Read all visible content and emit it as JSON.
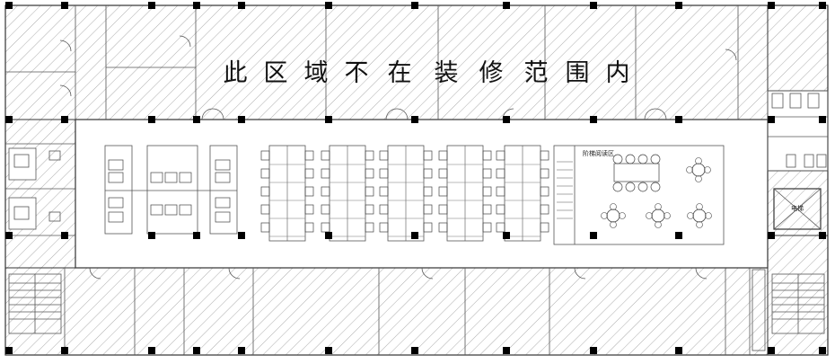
{
  "banner": {
    "text": "此区域不在装修范围内",
    "chars": [
      "此",
      "区",
      "域",
      "不",
      "在",
      "装",
      "修",
      "范",
      "围",
      "内"
    ]
  },
  "labels": {
    "reading_area": "阶梯阅读区",
    "elevator": "电梯"
  }
}
